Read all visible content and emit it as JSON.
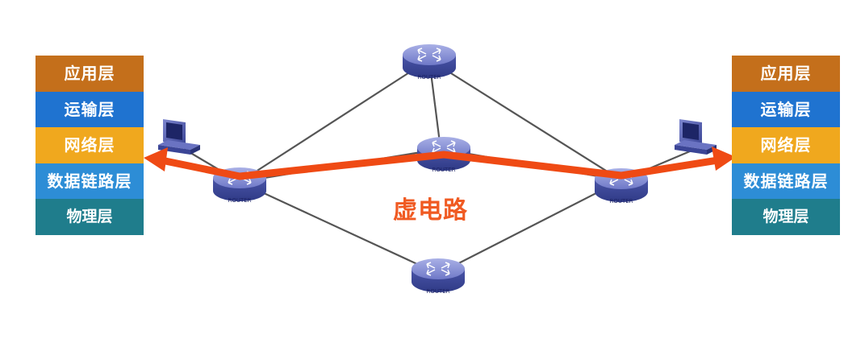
{
  "left_stack": [
    {
      "label": "应用层",
      "color": "#c46f1b"
    },
    {
      "label": "运输层",
      "color": "#1f73d0"
    },
    {
      "label": "网络层",
      "color": "#f0a81e"
    },
    {
      "label": "数据链路层",
      "color": "#2d8dd6"
    },
    {
      "label": "物理层",
      "color": "#1f7d8c"
    }
  ],
  "right_stack": [
    {
      "label": "应用层",
      "color": "#c46f1b"
    },
    {
      "label": "运输层",
      "color": "#1f73d0"
    },
    {
      "label": "网络层",
      "color": "#f0a81e"
    },
    {
      "label": "数据链路层",
      "color": "#2d8dd6"
    },
    {
      "label": "物理层",
      "color": "#1f7d8c"
    }
  ],
  "router_label": "ROUTER",
  "virtual_circuit_label": "虚电路",
  "colors": {
    "arrow": "#ef4a14",
    "link": "#555555",
    "router_top": "#8f97d8",
    "router_body": "#5560b8"
  },
  "icons": [
    "router-icon",
    "computer-icon"
  ]
}
